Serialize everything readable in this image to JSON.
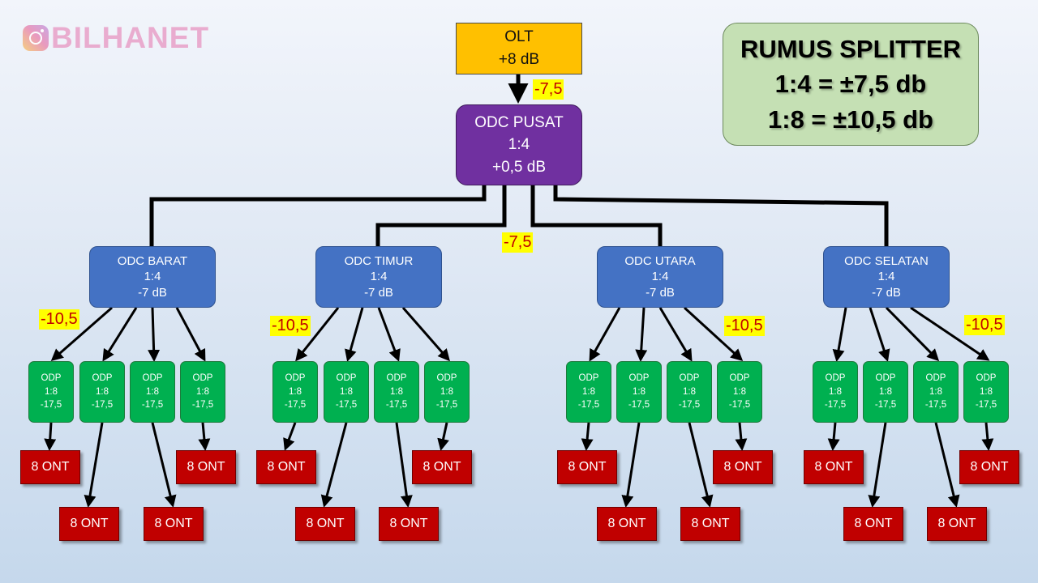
{
  "watermark": {
    "icon": "instagram-icon",
    "text": "BILHANET"
  },
  "olt": {
    "label": "OLT",
    "power": "+8 dB"
  },
  "odc_pusat": {
    "label": "ODC PUSAT",
    "ratio": "1:4",
    "power": "+0,5 dB"
  },
  "rumus": {
    "title": "RUMUS SPLITTER",
    "line1": "1:4 = ±7,5 db",
    "line2": "1:8 = ±10,5 db"
  },
  "losses": {
    "olt_to_pusat": "-7,5",
    "pusat_to_odc": "-7,5",
    "barat_to_odp": "-10,5",
    "timur_to_odp": "-10,5",
    "utara_to_odp": "-10,5",
    "selatan_to_odp": "-10,5"
  },
  "odc": [
    {
      "label": "ODC BARAT",
      "ratio": "1:4",
      "power": "-7 dB"
    },
    {
      "label": "ODC TIMUR",
      "ratio": "1:4",
      "power": "-7 dB"
    },
    {
      "label": "ODC UTARA",
      "ratio": "1:4",
      "power": "-7 dB"
    },
    {
      "label": "ODC SELATAN",
      "ratio": "1:4",
      "power": "-7 dB"
    }
  ],
  "odp": {
    "label": "ODP",
    "ratio": "1:8",
    "power": "-17,5"
  },
  "ont": {
    "label": "8 ONT"
  },
  "colors": {
    "olt": "#ffc000",
    "odc_pusat": "#7030a0",
    "odc": "#4472c4",
    "odp": "#00b050",
    "ont": "#c00000",
    "rumus": "#c5e0b4",
    "loss_label_bg": "#ffff00",
    "loss_label_text": "#c00000"
  }
}
